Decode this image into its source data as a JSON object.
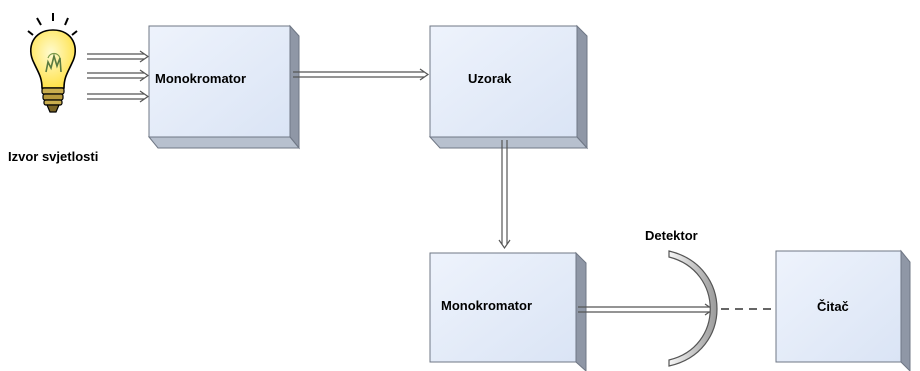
{
  "diagram": {
    "source": {
      "label": "Izvor svjetlosti",
      "icon": "light-bulb-icon"
    },
    "blocks": {
      "monochromator_1": "Monokromator",
      "sample": "Uzorak",
      "monochromator_2": "Monokromator",
      "reader": "Čitač"
    },
    "detector": {
      "label": "Detektor",
      "icon": "curved-mirror-detector-icon"
    }
  },
  "colors": {
    "box_front": "#e4ecf9",
    "box_side": "#8f97a6",
    "box_top": "#b7c0ce",
    "box_stroke": "#6f7785",
    "arrow_stroke": "#555555",
    "detector_stroke": "#555555",
    "bulb_glass": "#ffe970",
    "bulb_base": "#b89a3c"
  }
}
